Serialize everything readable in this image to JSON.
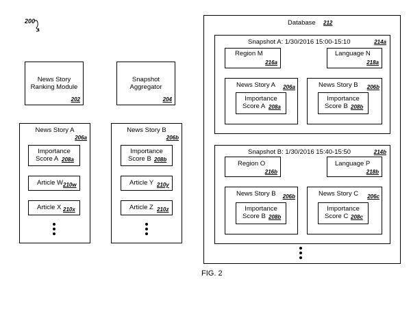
{
  "figure_ref": "200",
  "figure_caption": "FIG. 2",
  "ranking_module": {
    "line1": "News Story",
    "line2": "Ranking Module",
    "ref": "202"
  },
  "aggregator": {
    "line1": "Snapshot",
    "line2": "Aggregator",
    "ref": "204"
  },
  "story_a_panel": {
    "title": "News Story A",
    "ref": "206a",
    "score_line1": "Importance",
    "score_line2": "Score A",
    "score_ref": "208a",
    "article1": "Article W",
    "article1_ref": "210w",
    "article2": "Article X",
    "article2_ref": "210x"
  },
  "story_b_panel": {
    "title": "News Story B",
    "ref": "206b",
    "score_line1": "Importance",
    "score_line2": "Score B",
    "score_ref": "208b",
    "article1": "Article Y",
    "article1_ref": "210y",
    "article2": "Article Z",
    "article2_ref": "210z"
  },
  "database": {
    "title": "Database",
    "ref": "212",
    "snapshot_a": {
      "title": "Snapshot A: 1/30/2016 15:00-15:10",
      "ref": "214a",
      "region": "Region M",
      "region_ref": "216a",
      "language": "Language N",
      "language_ref": "218a",
      "story1_title": "News Story A",
      "story1_ref": "206a",
      "story1_score_line1": "Importance",
      "story1_score_line2": "Score A",
      "story1_score_ref": "208a",
      "story2_title": "News Story B",
      "story2_ref": "206b",
      "story2_score_line1": "Importance",
      "story2_score_line2": "Score B",
      "story2_score_ref": "208b"
    },
    "snapshot_b": {
      "title": "Snapshot B: 1/30/2016 15:40-15:50",
      "ref": "214b",
      "region": "Region O",
      "region_ref": "216b",
      "language": "Language P",
      "language_ref": "218b",
      "story1_title": "News Story B",
      "story1_ref": "206b",
      "story1_score_line1": "Importance",
      "story1_score_line2": "Score B",
      "story1_score_ref": "208b",
      "story2_title": "News Story C",
      "story2_ref": "206c",
      "story2_score_line1": "Importance",
      "story2_score_line2": "Score C",
      "story2_score_ref": "208c"
    }
  }
}
